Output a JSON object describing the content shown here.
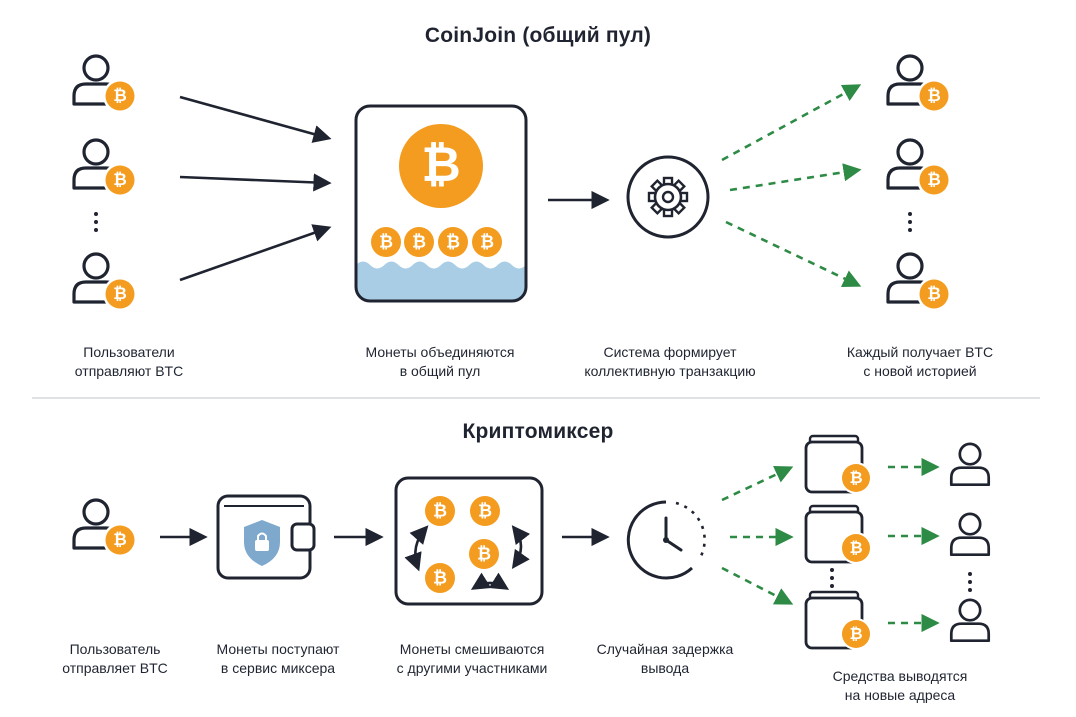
{
  "colors": {
    "ink": "#1f2430",
    "bitcoin": "#f39c1f",
    "arrow_green": "#2e8b45",
    "water": "#a8cde5",
    "shield": "#7ea9cc",
    "divider": "#d5d9de"
  },
  "coinjoin": {
    "title": "CoinJoin (общий пул)",
    "captions": [
      {
        "line1": "Пользователи",
        "line2": "отправляют BTC"
      },
      {
        "line1": "Монеты объединяются",
        "line2": "в общий пул"
      },
      {
        "line1": "Система формирует",
        "line2": "коллективную транзакцию"
      },
      {
        "line1": "Каждый получает BTC",
        "line2": "с новой историей"
      }
    ],
    "icons": [
      "user-icon",
      "bitcoin-icon",
      "pool-box-icon",
      "gear-icon"
    ]
  },
  "mixer": {
    "title": "Криптомиксер",
    "captions": [
      {
        "line1": "Пользователь",
        "line2": "отправляет BTC"
      },
      {
        "line1": "Монеты поступают",
        "line2": "в сервис миксера"
      },
      {
        "line1": "Монеты смешиваются",
        "line2": "с другими участниками"
      },
      {
        "line1": "Случайная задержка",
        "line2": "вывода"
      },
      {
        "line1": "Средства выводятся",
        "line2": "на новые адреса"
      }
    ],
    "icons": [
      "user-icon",
      "wallet-shield-icon",
      "mixing-box-icon",
      "clock-icon"
    ]
  },
  "glyphs": {
    "bitcoin": "₿"
  }
}
